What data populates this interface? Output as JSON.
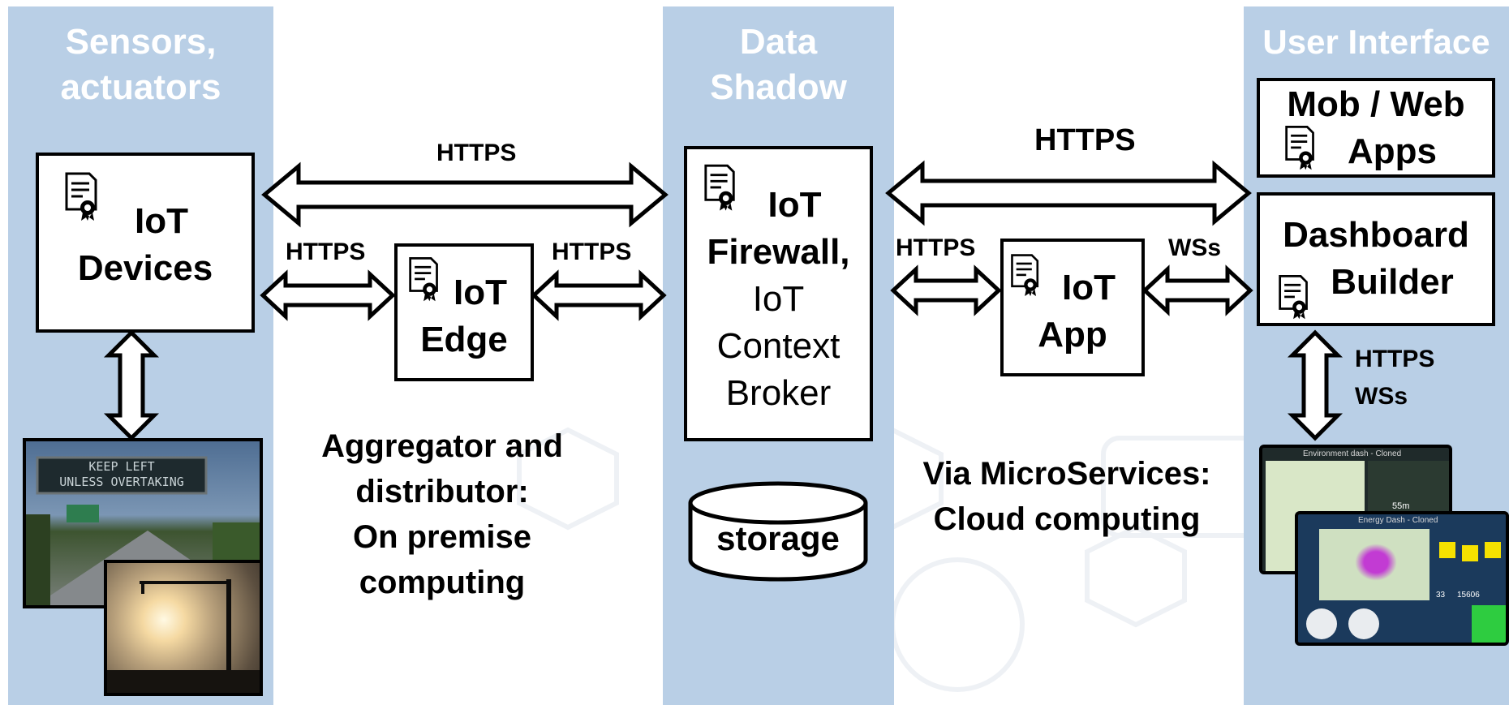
{
  "columns": {
    "sensors": "Sensors,\nactuators",
    "shadow": "Data\nShadow",
    "ui": "User Interface"
  },
  "boxes": {
    "iot_devices": [
      "IoT",
      "Devices"
    ],
    "iot_edge": [
      "IoT",
      "Edge"
    ],
    "firewall_bold": [
      "IoT",
      "Firewall,"
    ],
    "firewall_normal": [
      "IoT",
      "Context",
      "Broker"
    ],
    "iot_app": [
      "IoT",
      "App"
    ],
    "mob_web": [
      "Mob / Web",
      "Apps"
    ],
    "dashboard": [
      "Dashboard",
      "Builder"
    ],
    "storage": "storage"
  },
  "links": {
    "devices_shadow": "HTTPS",
    "devices_edge": "HTTPS",
    "edge_shadow": "HTTPS",
    "shadow_ui": "HTTPS",
    "shadow_app": "HTTPS",
    "app_ui": "WSs",
    "dashboard_screens": [
      "HTTPS",
      "WSs"
    ]
  },
  "captions": {
    "edge": [
      "Aggregator and",
      "distributor:",
      "On premise",
      "computing"
    ],
    "cloud": [
      "Via MicroServices:",
      "Cloud computing"
    ]
  },
  "photos": {
    "road_sign": [
      "KEEP LEFT",
      "UNLESS OVERTAKING"
    ]
  },
  "screens": {
    "screen1_title": "Environment dash - Cloned",
    "screen1_value": "55m",
    "screen2_title": "Energy Dash - Cloned",
    "screen2_values": [
      "33",
      "15606"
    ]
  },
  "colors": {
    "column": "#b9cfe6",
    "column_title": "#ffffff",
    "stroke": "#000000"
  }
}
